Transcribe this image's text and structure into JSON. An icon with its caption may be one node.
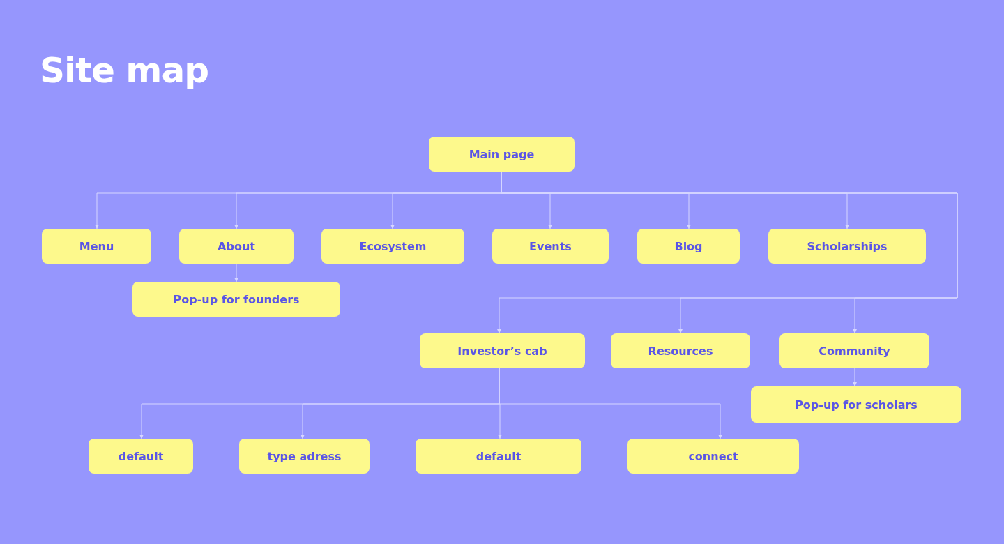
{
  "diagram": {
    "title": "Site map",
    "nodes": [
      {
        "text": [
          "Main page"
        ]
      },
      {
        "text": [
          "Menu"
        ]
      },
      {
        "text": [
          "About"
        ]
      },
      {
        "text": [
          "Pop-up for founders"
        ]
      },
      {
        "text": [
          "Ecosystem"
        ]
      },
      {
        "text": [
          "Events"
        ]
      },
      {
        "text": [
          "Blog"
        ]
      },
      {
        "text": [
          "Scholarships"
        ]
      },
      {
        "text": [
          "Investor’s cab"
        ]
      },
      {
        "text": [
          "Resources"
        ]
      },
      {
        "text": [
          "Community"
        ]
      },
      {
        "text": [
          "Pop-up for scholars"
        ]
      },
      {
        "text": [
          "default"
        ]
      },
      {
        "text": [
          "type adress"
        ]
      },
      {
        "text": [
          "default"
        ]
      },
      {
        "text": [
          "connect"
        ]
      }
    ],
    "edges": [
      {
        "from": 0,
        "to": 1,
        "arrow": "to"
      },
      {
        "from": 0,
        "to": 2,
        "arrow": "to"
      },
      {
        "from": 0,
        "to": 4,
        "arrow": "to"
      },
      {
        "from": 0,
        "to": 5,
        "arrow": "to"
      },
      {
        "from": 0,
        "to": 6,
        "arrow": "to"
      },
      {
        "from": 0,
        "to": 7,
        "arrow": "to"
      },
      {
        "from": 2,
        "to": 3,
        "arrow": "to"
      },
      {
        "from": 0,
        "to": 8,
        "arrow": "to"
      },
      {
        "from": 0,
        "to": 9,
        "arrow": "to"
      },
      {
        "from": 0,
        "to": 10,
        "arrow": "to"
      },
      {
        "from": 10,
        "to": 11,
        "arrow": "to"
      },
      {
        "from": 8,
        "to": 12,
        "arrow": "to"
      },
      {
        "from": 8,
        "to": 13,
        "arrow": "to"
      },
      {
        "from": 8,
        "to": 14,
        "arrow": "to"
      },
      {
        "from": 8,
        "to": 15,
        "arrow": "to"
      }
    ]
  }
}
